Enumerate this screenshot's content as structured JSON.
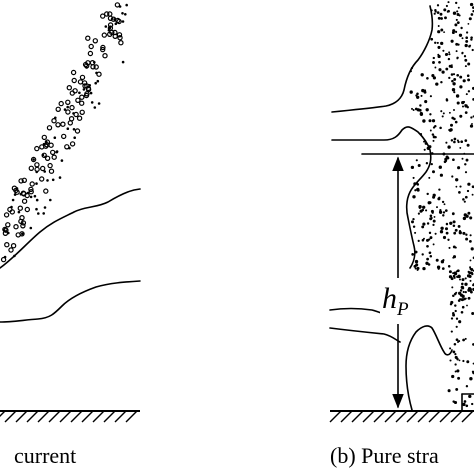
{
  "panels": [
    {
      "caption": "current"
    },
    {
      "caption": "(b) Pure stra"
    }
  ],
  "height_label": {
    "main": "h",
    "sub": "P"
  }
}
